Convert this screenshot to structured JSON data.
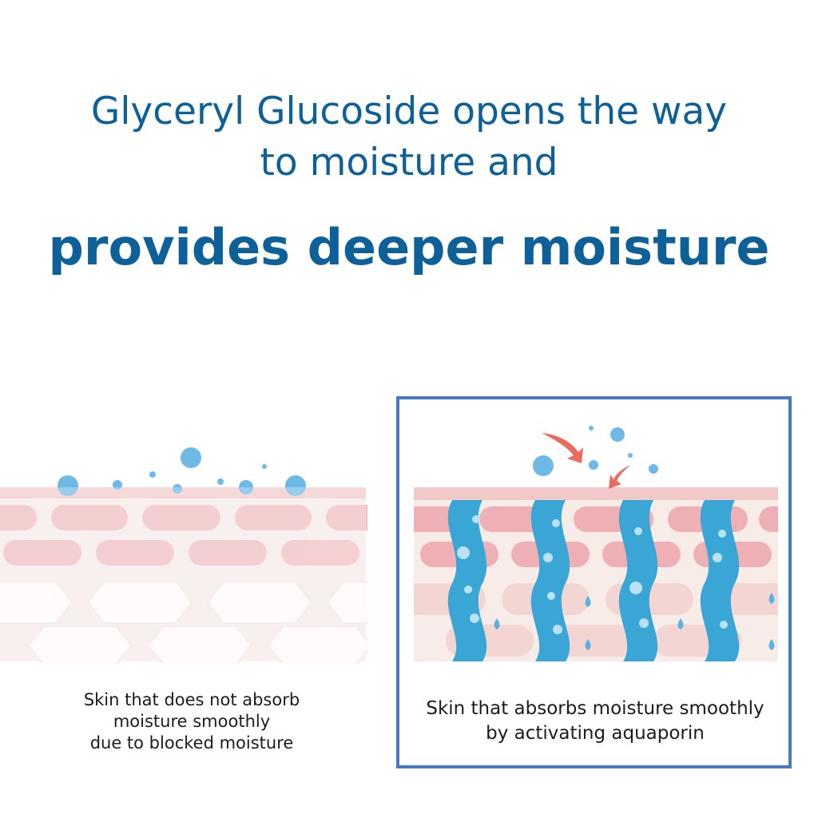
{
  "headline": {
    "line1": "Glyceryl Glucoside opens the way",
    "line2": "to moisture and",
    "line3": "provides deeper moisture"
  },
  "left_panel": {
    "caption_lines": [
      "Skin that does not absorb",
      "moisture smoothly",
      "due to blocked moisture"
    ]
  },
  "right_panel": {
    "caption_lines": [
      "Skin that absorbs moisture smoothly",
      "by activating aquaporin"
    ]
  },
  "colors": {
    "headline": "#0d6098",
    "frame": "#4a79c3",
    "skin_top": "#f2cfcf",
    "skin_cells": "#efb3b8",
    "skin_base": "#f7eeea",
    "lower_cells": "#fffaf8",
    "water_drop": "#6fb9e6",
    "aquaporin_channel": "#3aa6d5",
    "arrow": "#ea6a5f"
  }
}
